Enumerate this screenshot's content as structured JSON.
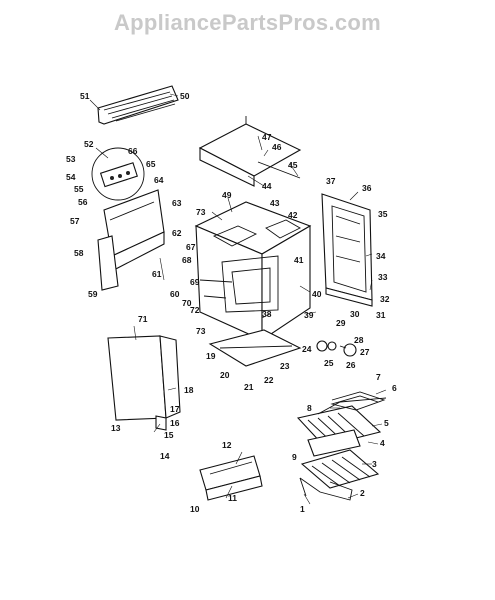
{
  "watermark": "AppliancePartsPros.com",
  "callouts": [
    "1",
    "2",
    "3",
    "4",
    "5",
    "6",
    "7",
    "8",
    "9",
    "10",
    "11",
    "12",
    "13",
    "14",
    "15",
    "16",
    "17",
    "18",
    "19",
    "20",
    "21",
    "22",
    "23",
    "24",
    "25",
    "26",
    "27",
    "28",
    "29",
    "30",
    "31",
    "32",
    "33",
    "34",
    "35",
    "36",
    "37",
    "38",
    "39",
    "40",
    "41",
    "42",
    "43",
    "44",
    "45",
    "46",
    "47",
    "49",
    "50",
    "51",
    "52",
    "53",
    "54",
    "55",
    "56",
    "57",
    "58",
    "59",
    "60",
    "61",
    "62",
    "63",
    "64",
    "65",
    "66",
    "67",
    "68",
    "69",
    "70",
    "71",
    "72",
    "73"
  ]
}
